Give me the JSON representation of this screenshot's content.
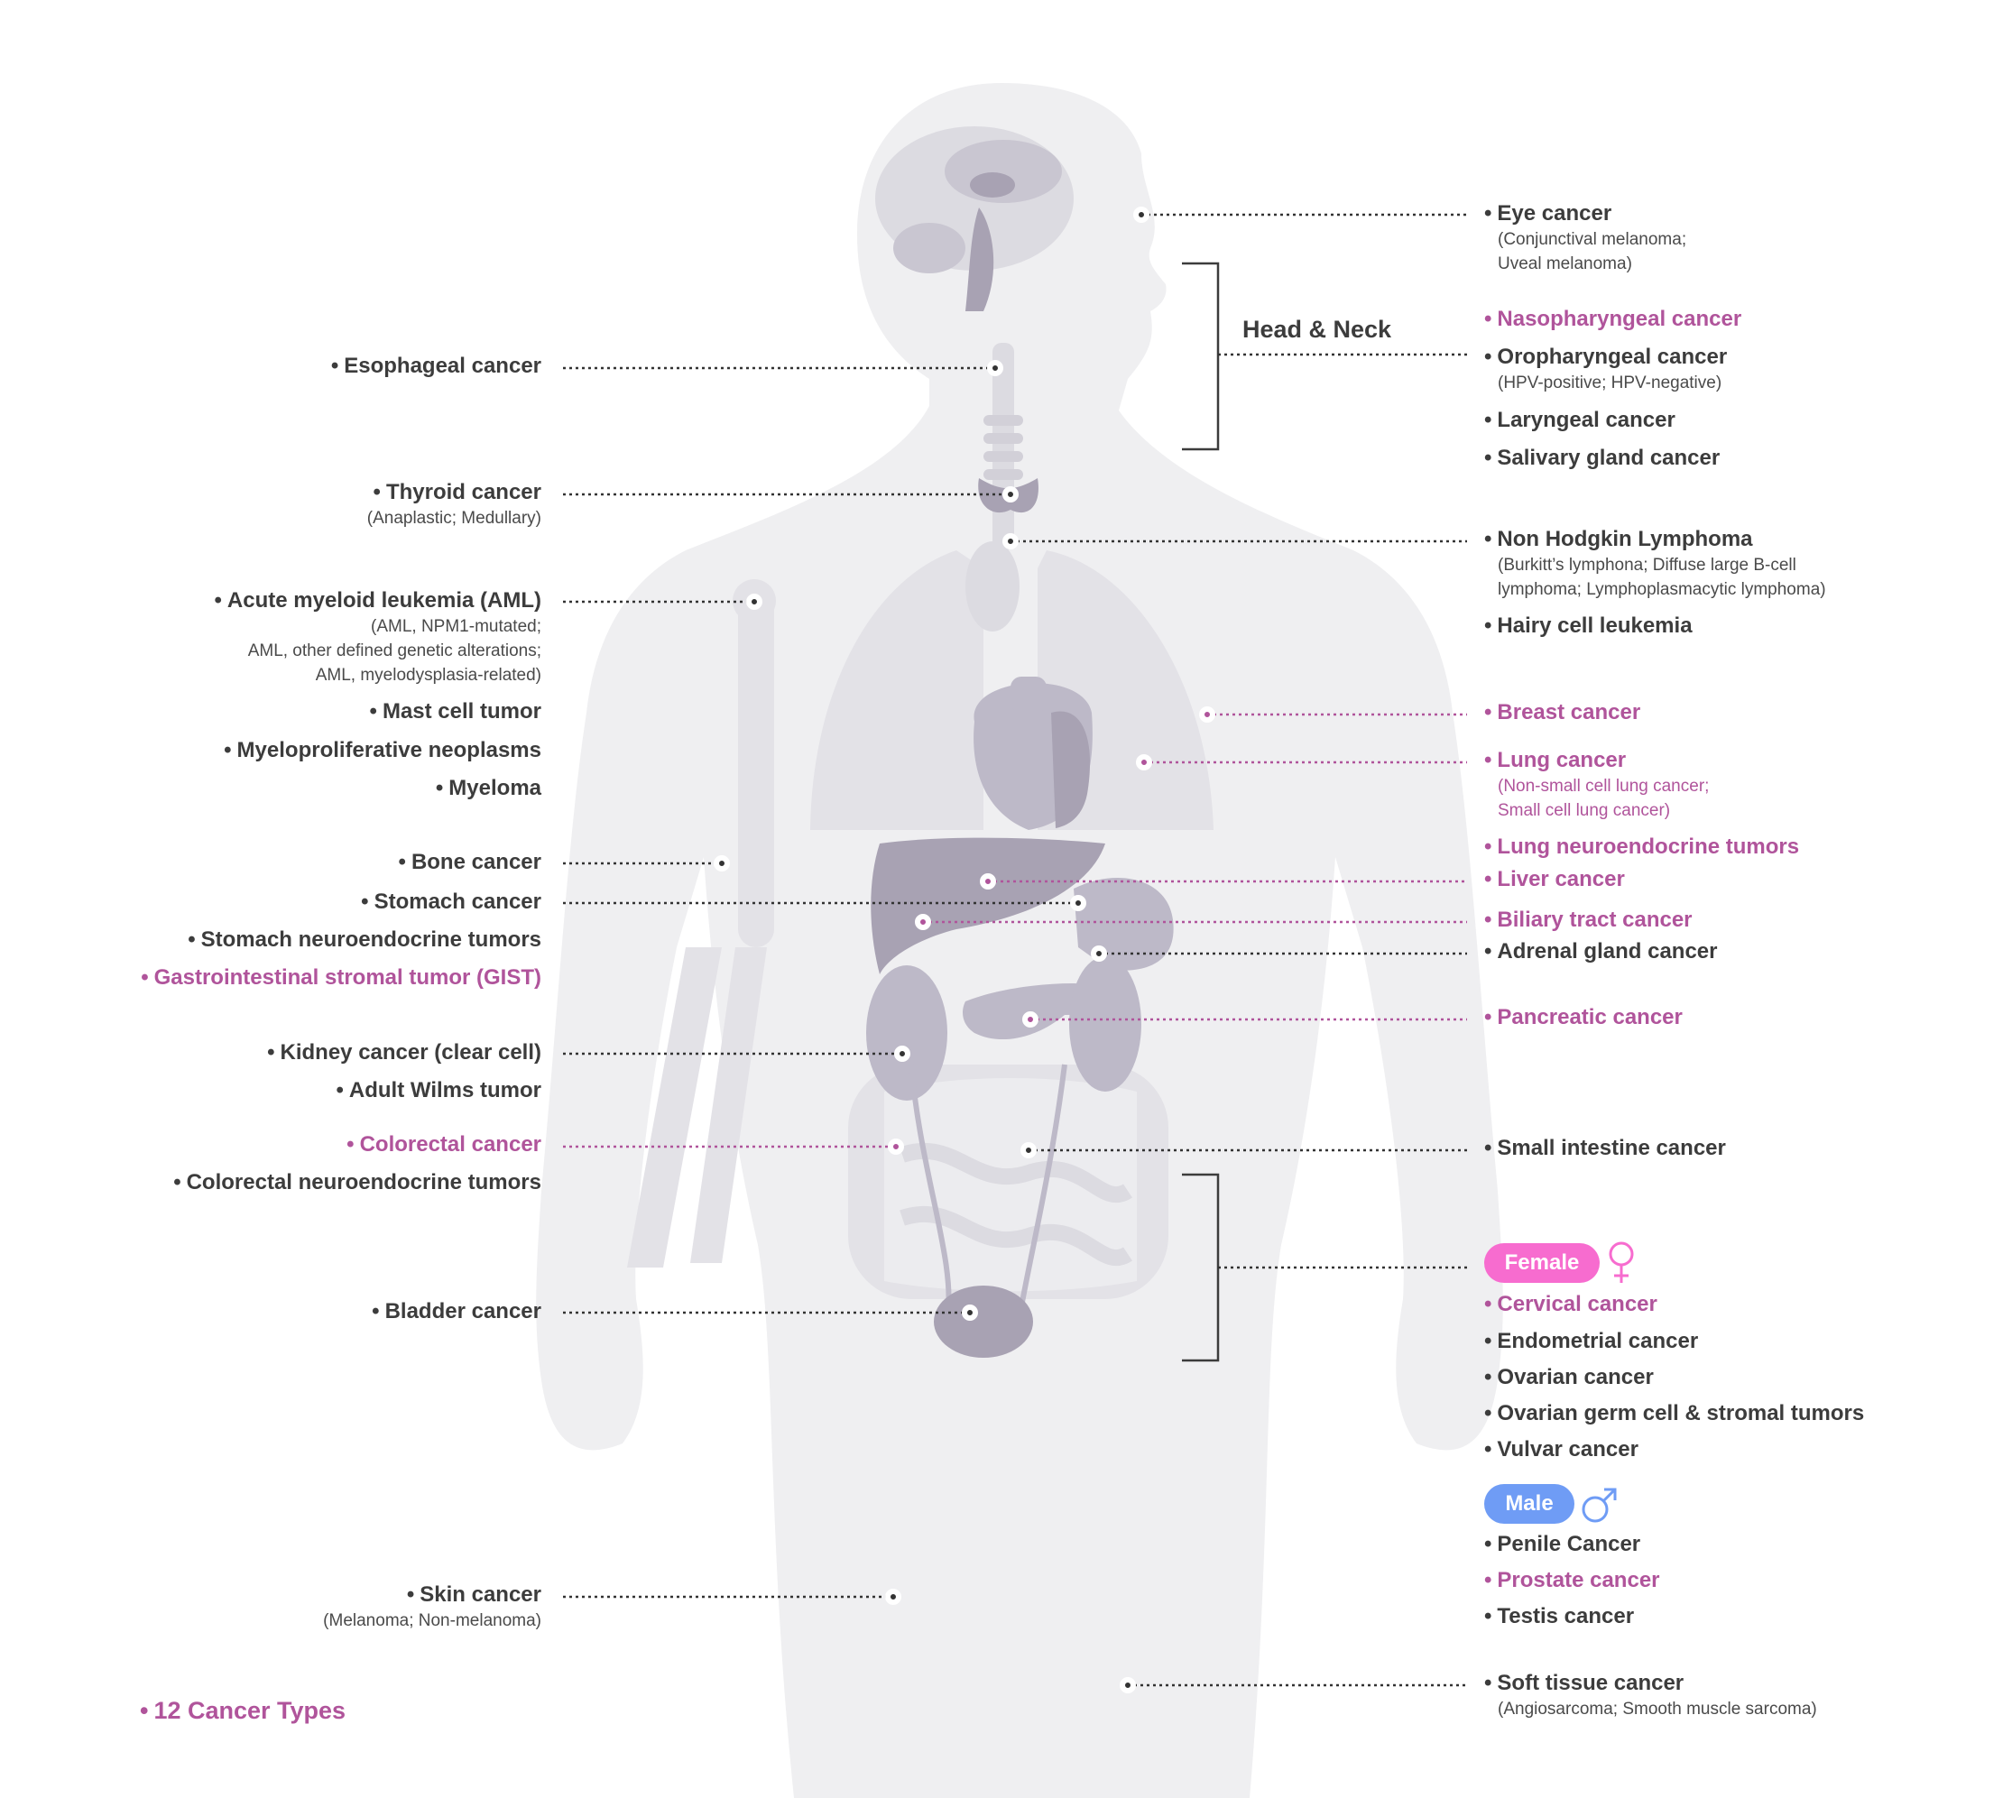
{
  "colors": {
    "body_silhouette": "#efeff1",
    "organ_light": "#dcdbe1",
    "organ_mid": "#bdb9c8",
    "organ_dark": "#a8a2b3",
    "leader_dark": "#333333",
    "leader_pink": "#b0549b",
    "text_dark": "#3c3c3c",
    "text_pink": "#b0549b",
    "female_badge": "#f76ccf",
    "male_badge": "#6f9cf5"
  },
  "left_labels": {
    "esophageal": "Esophageal cancer",
    "thyroid": "Thyroid cancer",
    "thyroid_sub": "(Anaplastic; Medullary)",
    "aml": "Acute myeloid leukemia (AML)",
    "aml_sub1": "(AML, NPM1-mutated;",
    "aml_sub2": "AML, other defined genetic alterations;",
    "aml_sub3": "AML, myelodysplasia-related)",
    "mast_cell": "Mast cell tumor",
    "myeloproliferative": "Myeloproliferative neoplasms",
    "myeloma": "Myeloma",
    "bone": "Bone cancer",
    "stomach": "Stomach cancer",
    "stomach_net": "Stomach neuroendocrine tumors",
    "gist": "Gastrointestinal stromal tumor (GIST)",
    "kidney": "Kidney cancer (clear cell)",
    "wilms": "Adult Wilms tumor",
    "colorectal": "Colorectal cancer",
    "colorectal_net": "Colorectal neuroendocrine tumors",
    "bladder": "Bladder cancer",
    "skin": "Skin cancer",
    "skin_sub": "(Melanoma; Non-melanoma)",
    "legend": "12 Cancer Types"
  },
  "right_labels": {
    "eye": "Eye cancer",
    "eye_sub1": "(Conjunctival melanoma;",
    "eye_sub2": "Uveal melanoma)",
    "head_neck": "Head & Neck",
    "nasopharyngeal": "Nasopharyngeal cancer",
    "oropharyngeal": "Oropharyngeal cancer",
    "oropharyngeal_sub": "(HPV-positive; HPV-negative)",
    "laryngeal": "Laryngeal cancer",
    "salivary": "Salivary gland cancer",
    "nhl": "Non Hodgkin Lymphoma",
    "nhl_sub1": "(Burkitt’s lymphona; Diffuse large B-cell",
    "nhl_sub2": "lymphoma; Lymphoplasmacytic lymphoma)",
    "hairy_cell": "Hairy cell leukemia",
    "breast": "Breast cancer",
    "lung": "Lung cancer",
    "lung_sub1": "(Non-small cell lung cancer;",
    "lung_sub2": "Small cell lung cancer)",
    "lung_net": "Lung neuroendocrine tumors",
    "liver": "Liver cancer",
    "biliary": "Biliary tract cancer",
    "adrenal": "Adrenal gland cancer",
    "pancreatic": "Pancreatic cancer",
    "small_intestine": "Small intestine cancer",
    "female_badge": "Female",
    "cervical": "Cervical cancer",
    "endometrial": "Endometrial cancer",
    "ovarian": "Ovarian cancer",
    "ovarian_germ": "Ovarian germ cell & stromal tumors",
    "vulvar": "Vulvar cancer",
    "male_badge": "Male",
    "penile": "Penile Cancer",
    "prostate": "Prostate cancer",
    "testis": "Testis cancer",
    "soft_tissue": "Soft tissue cancer",
    "soft_tissue_sub": "(Angiosarcoma; Smooth muscle sarcoma)"
  },
  "icons": {
    "female": "female-symbol-icon",
    "male": "male-symbol-icon"
  }
}
